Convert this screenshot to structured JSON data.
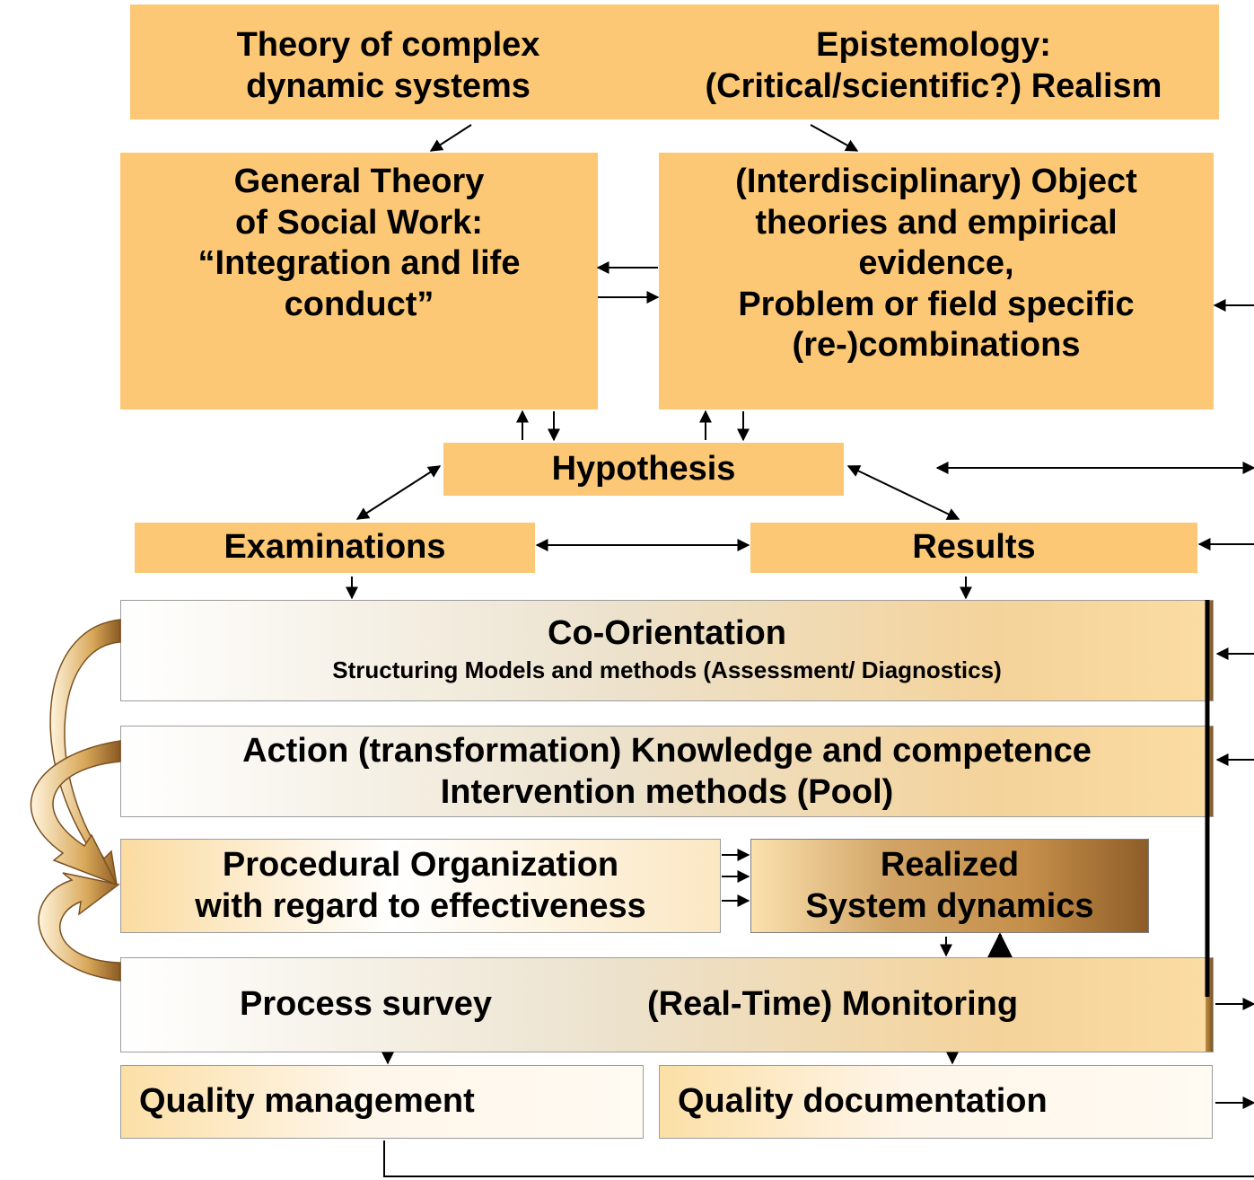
{
  "top": {
    "complex_systems": [
      "Theory of complex",
      "dynamic systems"
    ],
    "epistemology": [
      "Epistemology:",
      "(Critical/scientific?) Realism"
    ]
  },
  "general_theory": [
    "General Theory",
    "of Social Work:",
    "“Integration and life",
    "conduct”"
  ],
  "object_theories": [
    "(Interdisciplinary) Object",
    "theories and empirical",
    "evidence,",
    "Problem or field specific",
    "(re-)combinations"
  ],
  "hypothesis": "Hypothesis",
  "examinations": "Examinations",
  "results": "Results",
  "co_orientation": {
    "title": "Co-Orientation",
    "subtitle": "Structuring Models and methods (Assessment/ Diagnostics)"
  },
  "action": [
    "Action (transformation) Knowledge and competence",
    "Intervention methods (Pool)"
  ],
  "procedural": [
    "Procedural Organization",
    "with regard to effectiveness"
  ],
  "realized": [
    "Realized",
    "System dynamics"
  ],
  "process_survey": "Process survey",
  "monitoring": "(Real-Time) Monitoring",
  "quality_management": "Quality management",
  "quality_documentation": "Quality documentation",
  "colors": {
    "orange_box": "#fcc876",
    "arrow": "#000000",
    "loop_fill": "#b88338"
  }
}
